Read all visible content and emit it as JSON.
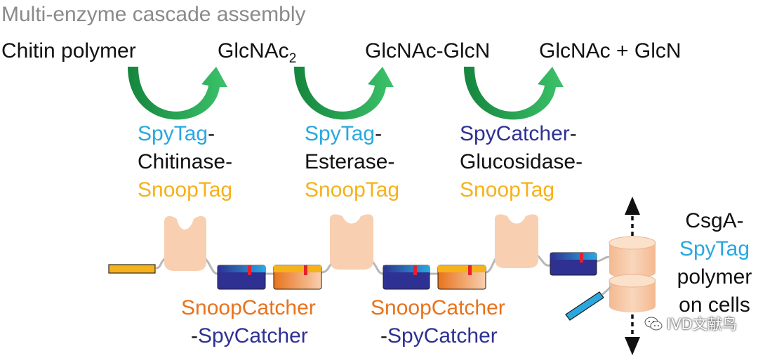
{
  "title": "Multi-enzyme cascade assembly",
  "reaction": {
    "substrate": "Chitin polymer",
    "product1_main": "GlcNAc",
    "product1_sub": "2",
    "product2": "GlcNAc-GlcN",
    "product3": "GlcNAc + GlcN"
  },
  "enzymes": [
    {
      "tag": "SpyTag",
      "joiner": "-",
      "enzyme": "Chitinase-",
      "end_tag": "SnoopTag"
    },
    {
      "tag": "SpyTag",
      "joiner": "-",
      "enzyme": "Esterase-",
      "end_tag": "SnoopTag"
    },
    {
      "tag": "SpyCatcher",
      "joiner": "-",
      "enzyme": "Glucosidase-",
      "end_tag": "SnoopTag"
    }
  ],
  "connectors": [
    {
      "catcher": "SnoopCatcher",
      "spy_prefix": "-",
      "spy": "SpyCatcher"
    },
    {
      "catcher": "SnoopCatcher",
      "spy_prefix": "-",
      "spy": "SpyCatcher"
    }
  ],
  "anchor": {
    "line1": "CsgA-",
    "line2": "SpyTag",
    "line3": "polymer",
    "line4": "on cells"
  },
  "watermark": "IVD文献鸟",
  "colors": {
    "spytag": "#29a8e0",
    "spycatcher": "#2e3192",
    "snooptag": "#f5b21a",
    "snoopcatcher": "#e8731c",
    "arrow_dark": "#15853d",
    "arrow_light": "#3cc26a",
    "enzyme_fill": "#f8cfb0",
    "title_gray": "#8a8a8a"
  },
  "icons": [
    "curved-arrow-icon",
    "dashed-arrow-up-icon",
    "dashed-arrow-down-icon",
    "wechat-icon"
  ]
}
